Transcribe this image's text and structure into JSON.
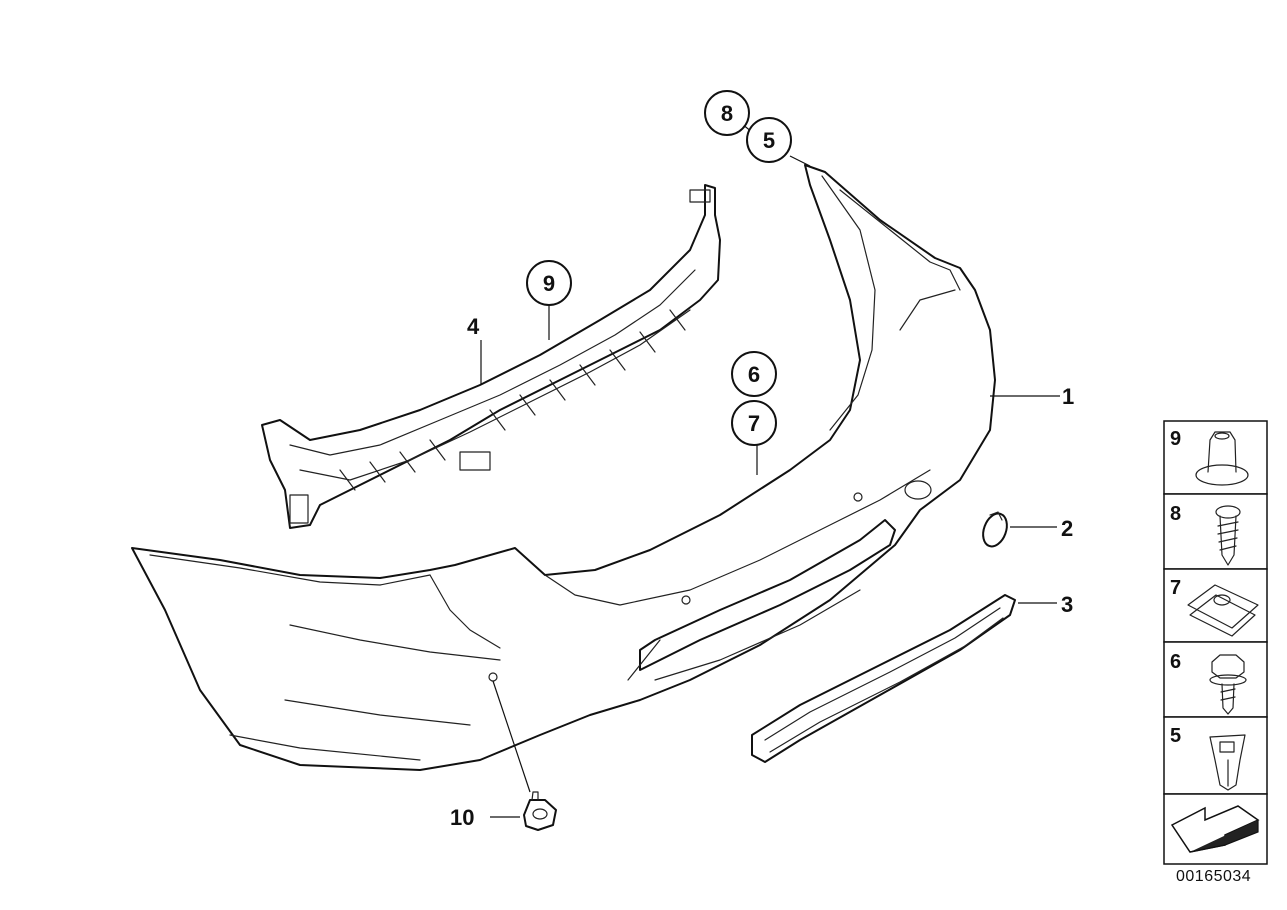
{
  "diagram": {
    "diagram_id": "00165034",
    "callouts": [
      {
        "key": "bumper_cover",
        "label": "1"
      },
      {
        "key": "cap",
        "label": "2"
      },
      {
        "key": "grille",
        "label": "3"
      },
      {
        "key": "carrier",
        "label": "4"
      },
      {
        "key": "top_5",
        "label": "5"
      },
      {
        "key": "mid_6",
        "label": "6"
      },
      {
        "key": "mid_7",
        "label": "7"
      },
      {
        "key": "top_8",
        "label": "8"
      },
      {
        "key": "carrier_9",
        "label": "9"
      },
      {
        "key": "sensor_holder",
        "label": "10"
      }
    ],
    "legend": [
      {
        "label": "9",
        "icon": "hex-nut-icon"
      },
      {
        "label": "8",
        "icon": "screw-icon"
      },
      {
        "label": "7",
        "icon": "spring-nut-icon"
      },
      {
        "label": "6",
        "icon": "hex-bolt-icon"
      },
      {
        "label": "5",
        "icon": "expanding-nut-icon"
      }
    ],
    "legend_footer_icon": "direction-arrow-icon"
  }
}
